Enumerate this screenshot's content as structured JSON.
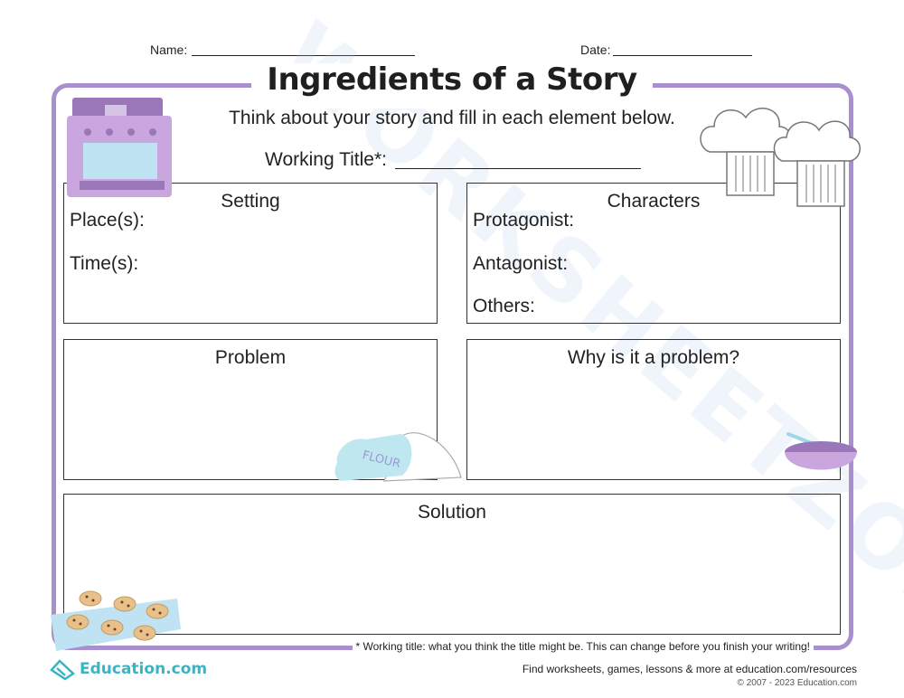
{
  "header": {
    "name_label": "Name:",
    "date_label": "Date:"
  },
  "title": "Ingredients of a Story",
  "subtitle": "Think about your story and fill in each element below.",
  "working_title_label": "Working Title*:",
  "boxes": {
    "setting": {
      "title": "Setting",
      "fields": [
        "Place(s):",
        "Time(s):"
      ]
    },
    "characters": {
      "title": "Characters",
      "fields": [
        "Protagonist:",
        "Antagonist:",
        "Others:"
      ]
    },
    "problem": {
      "title": "Problem"
    },
    "why_problem": {
      "title": "Why is it a problem?"
    },
    "solution": {
      "title": "Solution"
    }
  },
  "flour_bag_text": "FLOUR",
  "footnote": "* Working title: what you think the title might be. This can change before you finish your writing!",
  "footer": {
    "brand": "Education.com",
    "find_text": "Find worksheets, games, lessons & more at education.com/resources",
    "copyright": "© 2007 - 2023 Education.com"
  },
  "colors": {
    "frame": "#a890cf",
    "brand": "#36b6c4",
    "oven": "#c9a6dd",
    "bowl": "#b98fd0",
    "flour_bag": "#bfe7f0",
    "tray": "#bfe3f2"
  },
  "icons": [
    "oven-icon",
    "chef-hats-icon",
    "flour-bag-icon",
    "mixing-bowl-icon",
    "cookie-tray-icon",
    "education-logo-icon"
  ]
}
